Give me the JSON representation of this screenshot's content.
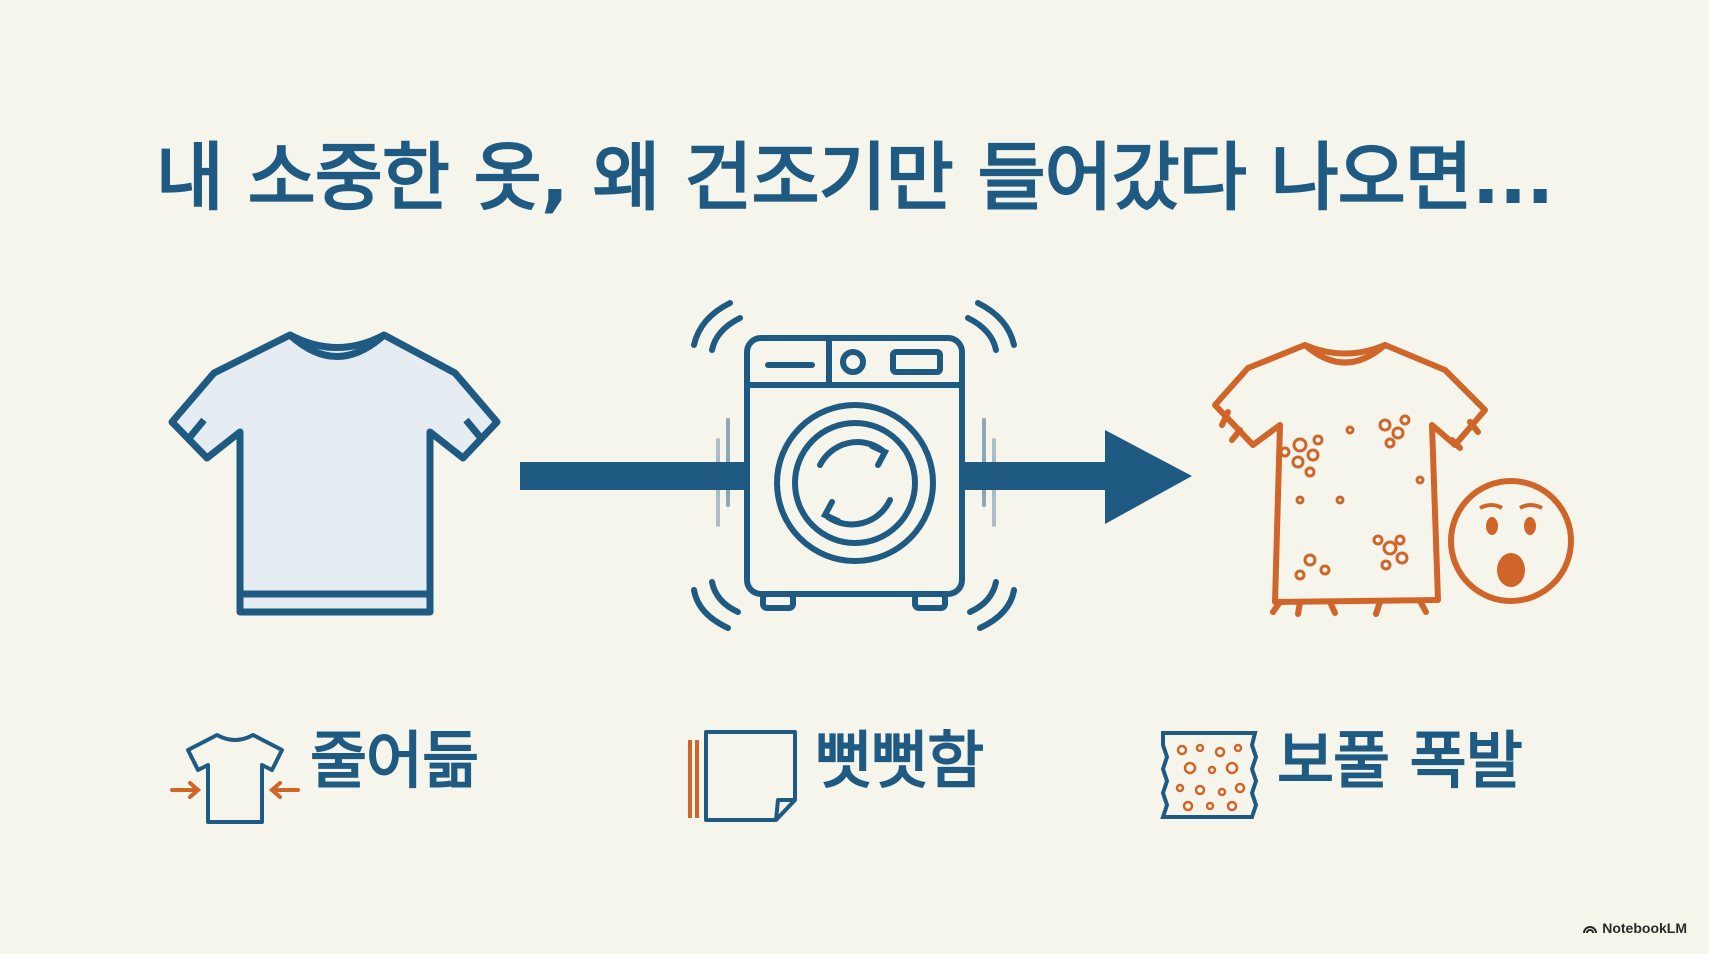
{
  "title": "내 소중한 옷, 왜 건조기만 들어갔다 나오면...",
  "labels": {
    "shrink": "줄어듦",
    "stiff": "뻣뻣함",
    "pilling": "보풀 폭발"
  },
  "watermark": "NotebookLM",
  "colors": {
    "background": "#f6f5ec",
    "primary_blue": "#1f5a83",
    "damage_orange": "#d0652a"
  },
  "icons": [
    "t-shirt-icon",
    "tumble-dryer-icon",
    "arrow-right-icon",
    "damaged-shirt-icon",
    "shocked-face-icon",
    "shrink-shirt-icon",
    "stiff-fabric-icon",
    "pilled-fabric-icon"
  ]
}
